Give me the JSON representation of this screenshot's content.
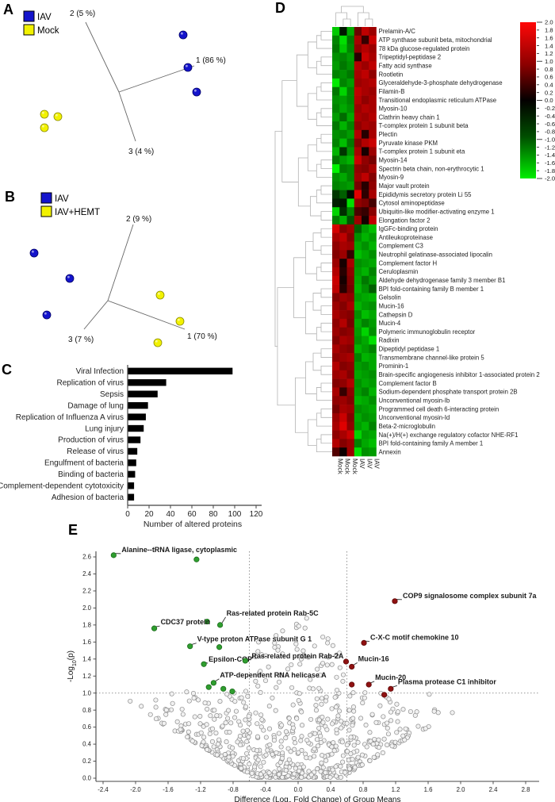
{
  "panels": {
    "a": "A",
    "b": "B",
    "c": "C",
    "d": "D",
    "e": "E"
  },
  "colors": {
    "iav_blue": "#1414cc",
    "mock_yellow": "#f2f200",
    "bar_black": "#000000",
    "volcano_green": "#2f9e2f",
    "volcano_red": "#8f1111",
    "gray_point_fill": "#f1f1f1",
    "gray_point_stroke": "#8c8c8c",
    "heat_red_max": "#ff0000",
    "heat_green_max": "#00ee00",
    "dendrogram": "#b3b3b3",
    "axis_line": "#555555"
  },
  "chart_data": [
    {
      "id": "A",
      "type": "scatter",
      "kind": "pca-tripod",
      "legend": [
        {
          "label": "IAV",
          "color": "#1414cc"
        },
        {
          "label": "Mock",
          "color": "#f2f200"
        }
      ],
      "center": [
        150,
        116
      ],
      "axes": [
        {
          "label": "2 (5 %)",
          "end": [
            108,
            28
          ],
          "text": [
            88,
            20
          ]
        },
        {
          "label": "1 (86 %)",
          "end": [
            245,
            83
          ],
          "text": [
            247,
            79
          ]
        },
        {
          "label": "3 (4 %)",
          "end": [
            171,
            178
          ],
          "text": [
            162,
            194
          ]
        }
      ],
      "series": [
        {
          "name": "IAV",
          "color": "#1414cc",
          "points": [
            [
              231,
              44
            ],
            [
              237,
              85
            ],
            [
              248,
              116
            ]
          ]
        },
        {
          "name": "Mock",
          "color": "#f2f200",
          "points": [
            [
              56,
              144
            ],
            [
              73,
              147
            ],
            [
              56,
              161
            ]
          ]
        }
      ]
    },
    {
      "id": "B",
      "type": "scatter",
      "kind": "pca-tripod",
      "legend": [
        {
          "label": "IAV",
          "color": "#1414cc"
        },
        {
          "label": "IAV+HEMT",
          "color": "#f2f200"
        }
      ],
      "center": [
        136,
        144
      ],
      "axes": [
        {
          "label": "2 (9 %)",
          "end": [
            168,
            48
          ],
          "text": [
            159,
            44
          ]
        },
        {
          "label": "1 (70 %)",
          "end": [
            233,
            180
          ],
          "text": [
            236,
            192
          ]
        },
        {
          "label": "3 (7 %)",
          "end": [
            106,
            180
          ],
          "text": [
            86,
            196
          ]
        }
      ],
      "series": [
        {
          "name": "IAV",
          "color": "#1414cc",
          "points": [
            [
              43,
              84
            ],
            [
              88,
              116
            ],
            [
              59,
              162
            ]
          ]
        },
        {
          "name": "IAV+HEMT",
          "color": "#f2f200",
          "points": [
            [
              202,
              137
            ],
            [
              227,
              170
            ],
            [
              199,
              197
            ]
          ]
        }
      ]
    },
    {
      "id": "C",
      "type": "bar",
      "categories": [
        "Viral Infection",
        "Replication of virus",
        "Sepsis",
        "Damage of lung",
        "Replication of Influenza A virus",
        "Lung injury",
        "Production of virus",
        "Release of virus",
        "Engulfment of bacteria",
        "Binding of bacteria",
        "Complement-dependent cytotoxicity",
        "Adhesion of bacteria"
      ],
      "values": [
        98,
        36,
        28,
        19,
        17,
        15,
        12,
        9,
        8,
        7,
        6,
        6
      ],
      "xlabel": "Number of altered proteins",
      "xticks": [
        0,
        20,
        40,
        60,
        80,
        100,
        120
      ],
      "xlim": [
        0,
        120
      ]
    },
    {
      "id": "D",
      "type": "heatmap",
      "columns": [
        "Mock",
        "Mock",
        "Mock",
        "IAV",
        "IAV",
        "IAV"
      ],
      "rows": [
        "Prelamin-A/C",
        "ATP synthase subunit beta, mitochondrial",
        "78 kDa glucose-regulated protein",
        "Tripeptidyl-peptidase 2",
        "Fatty acid synthase",
        "Rootletin",
        "Glyceraldehyde-3-phosphate dehydrogenase",
        "Filamin-B",
        "Transitional endoplasmic reticulum ATPase",
        "Myosin-10",
        "Clathrin heavy chain 1",
        "T-complex protein 1 subunit beta",
        "Plectin",
        "Pyruvate kinase PKM",
        "T-complex protein 1 subunit eta",
        "Myosin-14",
        "Spectrin beta chain, non-erythrocytic 1",
        "Myosin-9",
        "Major vault protein",
        "Epididymis secretory protein Li 55",
        "Cytosol aminopeptidase",
        "Ubiquitin-like modifier-activating enzyme 1",
        "Elongation factor 2",
        "IgGFc-binding protein",
        "Antileukoproteinase",
        "Complement C3",
        "Neutrophil gelatinase-associated lipocalin",
        "Complement factor H",
        "Ceruloplasmin",
        "Aldehyde dehydrogenase family 3 member B1",
        "BPI fold-containing family B member 1",
        "Gelsolin",
        "Mucin-16",
        "Cathepsin D",
        "Mucin-4",
        "Polymeric immunoglobulin receptor",
        "Radixin",
        "Dipeptidyl peptidase 1",
        "Transmembrane channel-like protein 5",
        "Prominin-1",
        "Brain-specific angiogenesis inhibitor 1-associated protein 2",
        "Complement factor B",
        "Sodium-dependent phosphate transport protein 2B",
        "Unconventional myosin-Ib",
        "Programmed cell death 6-interacting protein",
        "Unconventional myosin-Id",
        "Beta-2-microglobulin",
        "Na(+)/H(+) exchange regulatory cofactor NHE-RF1",
        "BPI fold-containing family A member 1",
        "Annexin"
      ],
      "values": [
        [
          -1.5,
          -0.1,
          -1.2,
          0.7,
          1.4,
          1.1
        ],
        [
          -0.9,
          -1.7,
          -0.8,
          1.2,
          0.3,
          1.5
        ],
        [
          -0.8,
          -1.5,
          -0.9,
          1.0,
          1.3,
          1.1
        ],
        [
          -1.0,
          -0.9,
          -1.1,
          0.2,
          1.5,
          1.2
        ],
        [
          -1.1,
          -0.8,
          -1.0,
          1.3,
          1.1,
          1.4
        ],
        [
          -0.9,
          -1.0,
          -0.8,
          1.2,
          1.4,
          1.0
        ],
        [
          -1.8,
          -0.9,
          -1.1,
          1.1,
          1.2,
          1.3
        ],
        [
          -0.8,
          -1.6,
          -0.9,
          1.4,
          1.2,
          1.1
        ],
        [
          -1.0,
          -1.1,
          -0.9,
          1.3,
          1.0,
          1.2
        ],
        [
          -0.9,
          -1.2,
          -1.0,
          1.1,
          1.3,
          1.2
        ],
        [
          -1.1,
          -0.7,
          -1.2,
          1.2,
          1.1,
          1.3
        ],
        [
          -0.8,
          -1.3,
          -0.9,
          1.0,
          1.2,
          1.1
        ],
        [
          -1.0,
          -0.9,
          -1.1,
          1.3,
          0.2,
          1.2
        ],
        [
          -0.9,
          -1.4,
          -0.8,
          0.9,
          1.3,
          1.5
        ],
        [
          -1.3,
          -0.3,
          -1.0,
          1.2,
          0.1,
          1.1
        ],
        [
          -0.8,
          -1.1,
          -1.3,
          1.5,
          1.0,
          0.8
        ],
        [
          -1.9,
          -0.8,
          -0.9,
          1.0,
          0.9,
          1.2
        ],
        [
          -1.0,
          -1.2,
          -0.9,
          1.1,
          1.4,
          0.9
        ],
        [
          -0.9,
          -1.0,
          -1.1,
          0.8,
          0.2,
          1.0
        ],
        [
          -0.3,
          -0.6,
          -0.05,
          1.7,
          0.25,
          1.2
        ],
        [
          -0.15,
          -0.1,
          -1.7,
          1.0,
          0.85,
          0.4
        ],
        [
          -1.6,
          -0.25,
          -0.9,
          0.45,
          0.3,
          0.95
        ],
        [
          -0.85,
          -1.3,
          -0.5,
          1.1,
          0.1,
          1.4
        ],
        [
          1.6,
          0.9,
          1.1,
          -0.6,
          -1.1,
          -1.4
        ],
        [
          1.2,
          1.4,
          0.9,
          -1.0,
          -1.3,
          -1.1
        ],
        [
          1.0,
          1.2,
          1.1,
          -1.2,
          -1.0,
          -1.3
        ],
        [
          0.9,
          1.1,
          0.3,
          -1.4,
          -1.2,
          -1.0
        ],
        [
          1.1,
          0.1,
          1.2,
          -1.0,
          -1.1,
          -1.2
        ],
        [
          1.3,
          0.2,
          1.0,
          -1.1,
          -1.3,
          -0.9
        ],
        [
          1.5,
          0.1,
          0.9,
          -1.2,
          -0.8,
          -1.1
        ],
        [
          1.4,
          0.2,
          0.8,
          -1.3,
          -1.0,
          -0.6
        ],
        [
          0.9,
          1.1,
          1.0,
          -1.1,
          -1.2,
          -1.3
        ],
        [
          1.1,
          0.9,
          1.2,
          -1.3,
          -1.1,
          -1.0
        ],
        [
          1.2,
          1.0,
          0.9,
          -1.0,
          -1.4,
          -1.2
        ],
        [
          1.0,
          1.3,
          0.8,
          -1.2,
          -0.9,
          -1.1
        ],
        [
          1.1,
          0.9,
          1.0,
          -1.1,
          -1.6,
          -1.0
        ],
        [
          0.9,
          1.2,
          1.1,
          -1.0,
          -1.2,
          -1.7
        ],
        [
          1.2,
          1.0,
          0.9,
          -1.3,
          -1.1,
          -0.9
        ],
        [
          1.0,
          1.1,
          1.2,
          -0.9,
          -1.3,
          -1.2
        ],
        [
          1.3,
          0.9,
          1.0,
          -1.1,
          -1.0,
          -1.2
        ],
        [
          1.1,
          1.2,
          0.9,
          -1.2,
          -1.1,
          -1.0
        ],
        [
          0.9,
          1.0,
          1.3,
          -1.0,
          -1.2,
          -1.1
        ],
        [
          1.2,
          0.3,
          1.0,
          -1.1,
          -0.9,
          -1.3
        ],
        [
          1.0,
          1.1,
          0.9,
          -1.3,
          -1.2,
          -1.0
        ],
        [
          0.8,
          1.2,
          1.1,
          -1.0,
          -1.1,
          -1.2
        ],
        [
          1.1,
          1.5,
          0.9,
          -1.2,
          -1.0,
          -1.1
        ],
        [
          1.2,
          1.7,
          1.0,
          -1.1,
          -1.3,
          -0.9
        ],
        [
          1.0,
          1.2,
          1.5,
          -1.6,
          -1.1,
          -1.2
        ],
        [
          1.3,
          0.9,
          1.1,
          -0.9,
          -1.2,
          -1.4
        ],
        [
          0.5,
          0.05,
          1.1,
          -1.7,
          -1.0,
          -1.1
        ]
      ],
      "colorbar": {
        "min": -2.0,
        "max": 2.0,
        "ticks": [
          "2.0",
          "1.8",
          "1.6",
          "1.4",
          "1.2",
          "1.0",
          "0.8",
          "0.6",
          "0.4",
          "0.2",
          "0.0",
          "-0.2",
          "-0.4",
          "-0.6",
          "-0.8",
          "-1.0",
          "-1.2",
          "-1.4",
          "-1.6",
          "-1.8",
          "-2.0"
        ]
      }
    },
    {
      "id": "E",
      "type": "scatter",
      "kind": "volcano",
      "xlabel_parts": [
        "Difference (Log",
        "2",
        " Fold Change) of Group Means"
      ],
      "ylabel_parts": [
        "-Log",
        "10",
        "(p)"
      ],
      "xticks": [
        "-2.4",
        "-2.0",
        "-1.6",
        "-1.2",
        "-0.8",
        "-0.4",
        "0.0",
        "0.4",
        "0.8",
        "1.2",
        "1.6",
        "2.0",
        "2.4",
        "2.8"
      ],
      "yticks": [
        "0.0",
        "0.2",
        "0.4",
        "0.6",
        "0.8",
        "1.0",
        "1.2",
        "1.4",
        "1.6",
        "1.8",
        "2.0",
        "2.2",
        "2.4",
        "2.6"
      ],
      "thresholds": {
        "x": [
          -0.6,
          0.6
        ],
        "y": 1.0
      },
      "labeled_down": [
        {
          "name": "Alanine--tRNA ligase, cytoplasmic",
          "x": -2.27,
          "y": 2.62,
          "dx": 10,
          "dy": -4
        },
        {
          "name": "CDC37 protein",
          "x": -1.77,
          "y": 1.76,
          "dx": 8,
          "dy": -5
        },
        {
          "name": "Ras-related protein Rab-5C",
          "x": -0.96,
          "y": 1.8,
          "dx": 8,
          "dy": -12
        },
        {
          "name": "V-type proton ATPase subunit G 1",
          "x": -1.33,
          "y": 1.55,
          "dx": 9,
          "dy": -6
        },
        {
          "name": "Epsilon-COP",
          "x": -1.16,
          "y": 1.34,
          "dx": 6,
          "dy": -3
        },
        {
          "name": "Ras-related protein Rab-2A",
          "x": -0.65,
          "y": 1.38,
          "dx": 8,
          "dy": -3
        },
        {
          "name": "ATP-dependent RNA helicase A",
          "x": -1.04,
          "y": 1.12,
          "dx": 8,
          "dy": -7
        }
      ],
      "labeled_up": [
        {
          "name": "COP9 signalosome complex subunit 7a",
          "x": 1.19,
          "y": 2.08,
          "dx": 10,
          "dy": -4
        },
        {
          "name": "C-X-C motif chemokine 10",
          "x": 0.81,
          "y": 1.59,
          "dx": 8,
          "dy": -4
        },
        {
          "name": "Mucin-16",
          "x": 0.66,
          "y": 1.31,
          "dx": 8,
          "dy": -7
        },
        {
          "name": "Mucin-20",
          "x": 0.87,
          "y": 1.1,
          "dx": 8,
          "dy": -6
        },
        {
          "name": "Plasma protease C1 inhibitor",
          "x": 1.14,
          "y": 1.05,
          "dx": 9,
          "dy": -6
        }
      ],
      "unlabeled_down": [
        [
          -1.25,
          2.57
        ],
        [
          -1.12,
          1.84
        ],
        [
          -0.97,
          1.54
        ],
        [
          -1.1,
          1.07
        ],
        [
          -0.92,
          1.05
        ],
        [
          -0.81,
          1.02
        ]
      ],
      "unlabeled_up": [
        [
          0.59,
          1.37
        ],
        [
          0.66,
          1.1
        ],
        [
          1.06,
          0.98
        ]
      ],
      "background": {
        "count": 680,
        "seed": 1337
      }
    }
  ]
}
